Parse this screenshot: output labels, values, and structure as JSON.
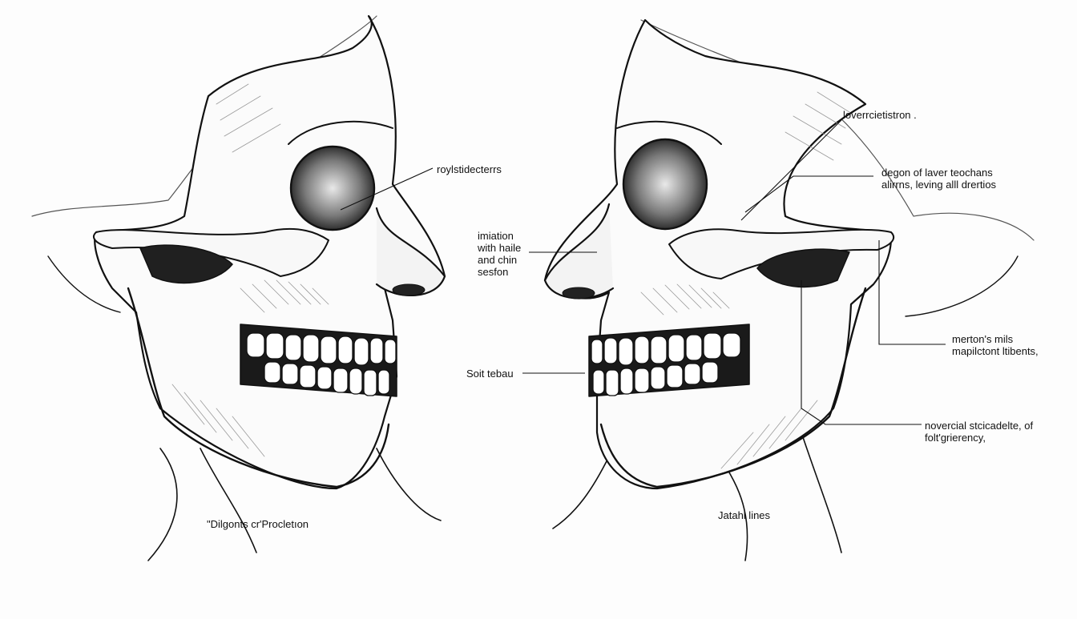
{
  "labels": {
    "left_orbit": "roylstidecterrs",
    "left_nose": "imiation\nwith haile\nand chin\nsesfon",
    "left_teeth": "Soit tebau",
    "right_top": "loverrcietistron .",
    "right_mid": "degon of laver teochans\nalirrns, leving alll drertios",
    "right_jaw": "merton's mils\nmapilctont ltibents,",
    "right_low": "novercial stcicadelte, of\nfolt'grierency,"
  },
  "captions": {
    "left": "\"Dilgonts cr'Procletıon",
    "right": "Jatahl lines"
  },
  "colors": {
    "ink": "#111111",
    "shade": "#9a9a9a",
    "bone": "#fbfbfb",
    "background": "#fdfdfd"
  }
}
